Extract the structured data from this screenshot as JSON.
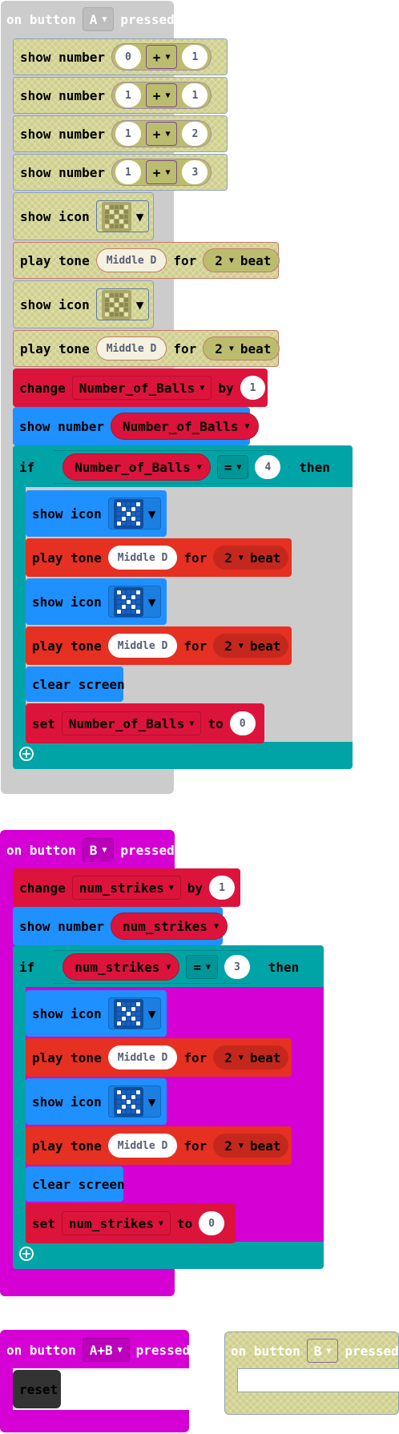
{
  "colors": {
    "basic": "#1e90ff",
    "music": "#e63022",
    "variables": "#dc143c",
    "logic": "#00a4a6",
    "input": "#d400d4",
    "disabled": "#cfcf8c",
    "input_grey": "#cccccc"
  },
  "event_a": {
    "label_on": "on button",
    "button": "A",
    "label_pressed": "pressed",
    "disabled_blocks": [
      {
        "kw": "show number",
        "a": "0",
        "op": "+",
        "b": "1"
      },
      {
        "kw": "show number",
        "a": "1",
        "op": "+",
        "b": "1"
      },
      {
        "kw": "show number",
        "a": "1",
        "op": "+",
        "b": "2"
      },
      {
        "kw": "show number",
        "a": "1",
        "op": "+",
        "b": "3"
      }
    ],
    "show_icon_1": "show icon",
    "tone_1": {
      "kw": "play tone",
      "note": "Middle D",
      "for": "for",
      "beats": "2",
      "unit": "beat"
    },
    "show_icon_2": "show icon",
    "tone_2": {
      "kw": "play tone",
      "note": "Middle D",
      "for": "for",
      "beats": "2",
      "unit": "beat"
    },
    "change": {
      "kw": "change",
      "var": "Number_of_Balls",
      "by": "by",
      "val": "1"
    },
    "show_number": {
      "kw": "show number",
      "var": "Number_of_Balls"
    },
    "if": {
      "kw": "if",
      "var": "Number_of_Balls",
      "op": "=",
      "val": "4",
      "then": "then"
    },
    "inner": {
      "show_icon_a": "show icon",
      "tone_a": {
        "kw": "play tone",
        "note": "Middle D",
        "for": "for",
        "beats": "2",
        "unit": "beat"
      },
      "show_icon_b": "show icon",
      "tone_b": {
        "kw": "play tone",
        "note": "Middle D",
        "for": "for",
        "beats": "2",
        "unit": "beat"
      },
      "clear": "clear screen",
      "set": {
        "kw": "set",
        "var": "Number_of_Balls",
        "to": "to",
        "val": "0"
      }
    }
  },
  "event_b": {
    "label_on": "on button",
    "button": "B",
    "label_pressed": "pressed",
    "change": {
      "kw": "change",
      "var": "num_strikes",
      "by": "by",
      "val": "1"
    },
    "show_number": {
      "kw": "show number",
      "var": "num_strikes"
    },
    "if": {
      "kw": "if",
      "var": "num_strikes",
      "op": "=",
      "val": "3",
      "then": "then"
    },
    "inner": {
      "show_icon_a": "show icon",
      "tone_a": {
        "kw": "play tone",
        "note": "Middle D",
        "for": "for",
        "beats": "2",
        "unit": "beat"
      },
      "show_icon_b": "show icon",
      "tone_b": {
        "kw": "play tone",
        "note": "Middle D",
        "for": "for",
        "beats": "2",
        "unit": "beat"
      },
      "clear": "clear screen",
      "set": {
        "kw": "set",
        "var": "num_strikes",
        "to": "to",
        "val": "0"
      }
    }
  },
  "event_ab": {
    "label_on": "on button",
    "button": "A+B",
    "label_pressed": "pressed",
    "reset": "reset"
  },
  "event_b2": {
    "label_on": "on button",
    "button": "B",
    "label_pressed": "pressed"
  },
  "icons": {
    "dropdown": "caret-down-icon",
    "add": "plus-circle-icon",
    "led": "led-grid-icon"
  }
}
